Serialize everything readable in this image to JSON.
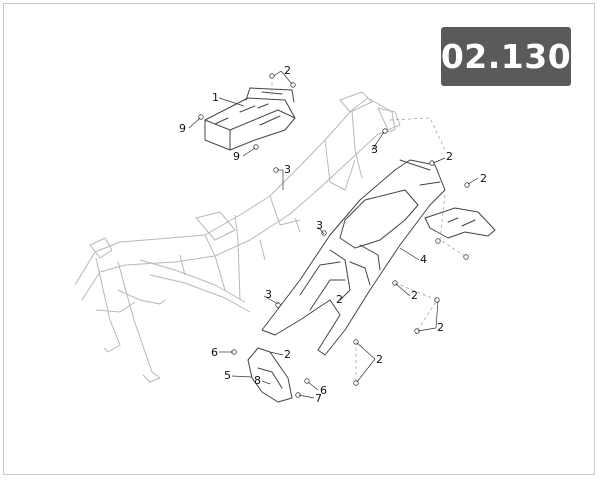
{
  "diagram": {
    "code": "02.130",
    "callouts": [
      "1",
      "2",
      "2",
      "2",
      "2",
      "2",
      "2",
      "2",
      "2",
      "3",
      "3",
      "3",
      "3",
      "4",
      "5",
      "6",
      "6",
      "7",
      "8",
      "9",
      "9"
    ]
  }
}
